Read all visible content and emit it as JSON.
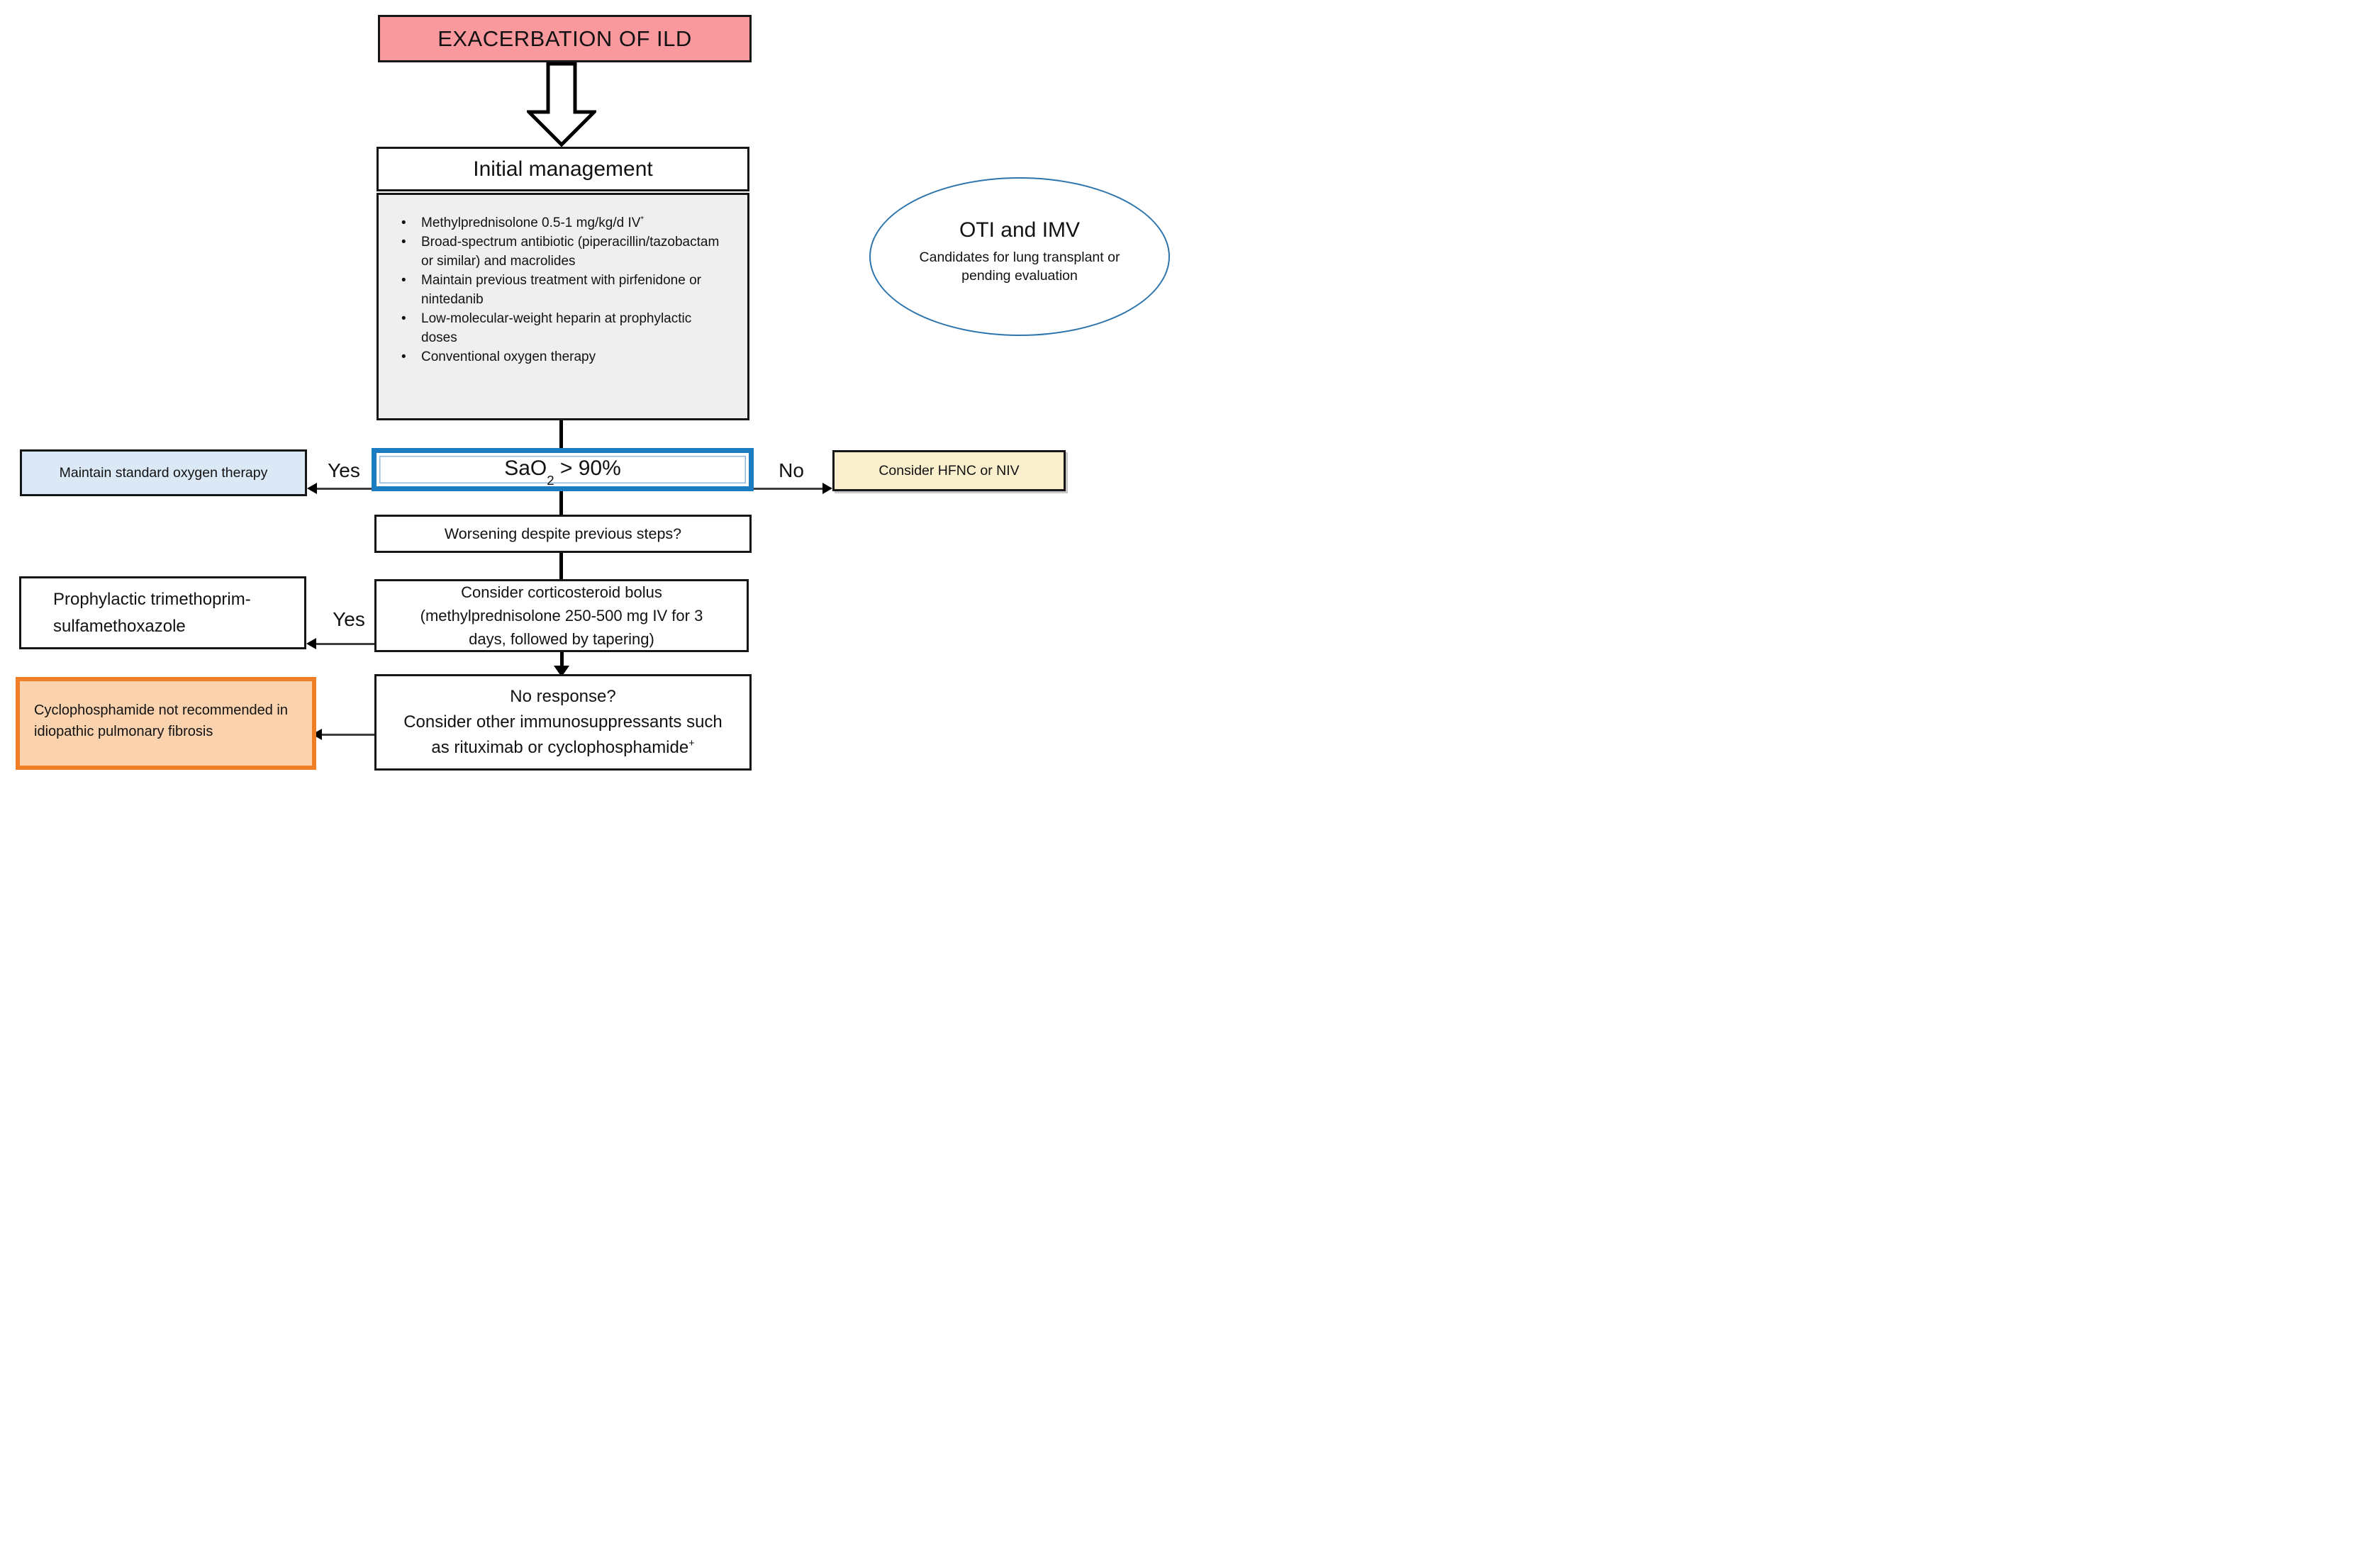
{
  "start": {
    "label": "EXACERBATION OF ILD"
  },
  "initial": {
    "title": "Initial management",
    "bullets": [
      {
        "text": "Methylprednisolone 0.5-1 mg/kg/d IV",
        "sup": "*"
      },
      {
        "text": "Broad-spectrum antibiotic (piperacillin/tazobactam or similar) and macrolides",
        "sup": ""
      },
      {
        "text": "Maintain previous treatment with pirfenidone or nintedanib",
        "sup": ""
      },
      {
        "text": "Low-molecular-weight heparin at prophylactic doses",
        "sup": ""
      },
      {
        "text": "Conventional oxygen therapy",
        "sup": ""
      }
    ]
  },
  "ellipse": {
    "title": "OTI and IMV",
    "subtitle": "Candidates for lung transplant or pending evaluation"
  },
  "sao2": {
    "base": "SaO",
    "sub": "2",
    "rest": " > 90%"
  },
  "branches": {
    "yes_top": "Yes",
    "no_top": "No",
    "yes_mid": "Yes"
  },
  "maintain_oxygen": {
    "label": "Maintain standard oxygen therapy"
  },
  "hfnc": {
    "label": "Consider HFNC or NIV"
  },
  "worsening": {
    "label": "Worsening despite previous steps?"
  },
  "corticosteroid": {
    "lines": [
      "Consider corticosteroid bolus",
      "(methylprednisolone 250-500 mg IV for 3",
      "days, followed by tapering)"
    ]
  },
  "prophylactic": {
    "lines": [
      "Prophylactic trimethoprim-",
      "sulfamethoxazole"
    ]
  },
  "no_response": {
    "line1": "No response?",
    "line2": "Consider other immunosuppressants such",
    "line3": "as rituximab or cyclophosphamide",
    "line3_sup": "+"
  },
  "cyclophosphamide_warning": {
    "lines": [
      "Cyclophosphamide not recommended in",
      "idiopathic pulmonary fibrosis"
    ]
  },
  "colors": {
    "start_fill": "#F9999E",
    "panel_fill": "#EFEFEF",
    "decision_border": "#1B7CC2",
    "maintain_fill": "#DBE9F6",
    "hfnc_fill": "#FAEFCD",
    "warning_fill": "#FBD2AE",
    "warning_border": "#F07E26",
    "ellipse_border": "#2C74AC"
  }
}
